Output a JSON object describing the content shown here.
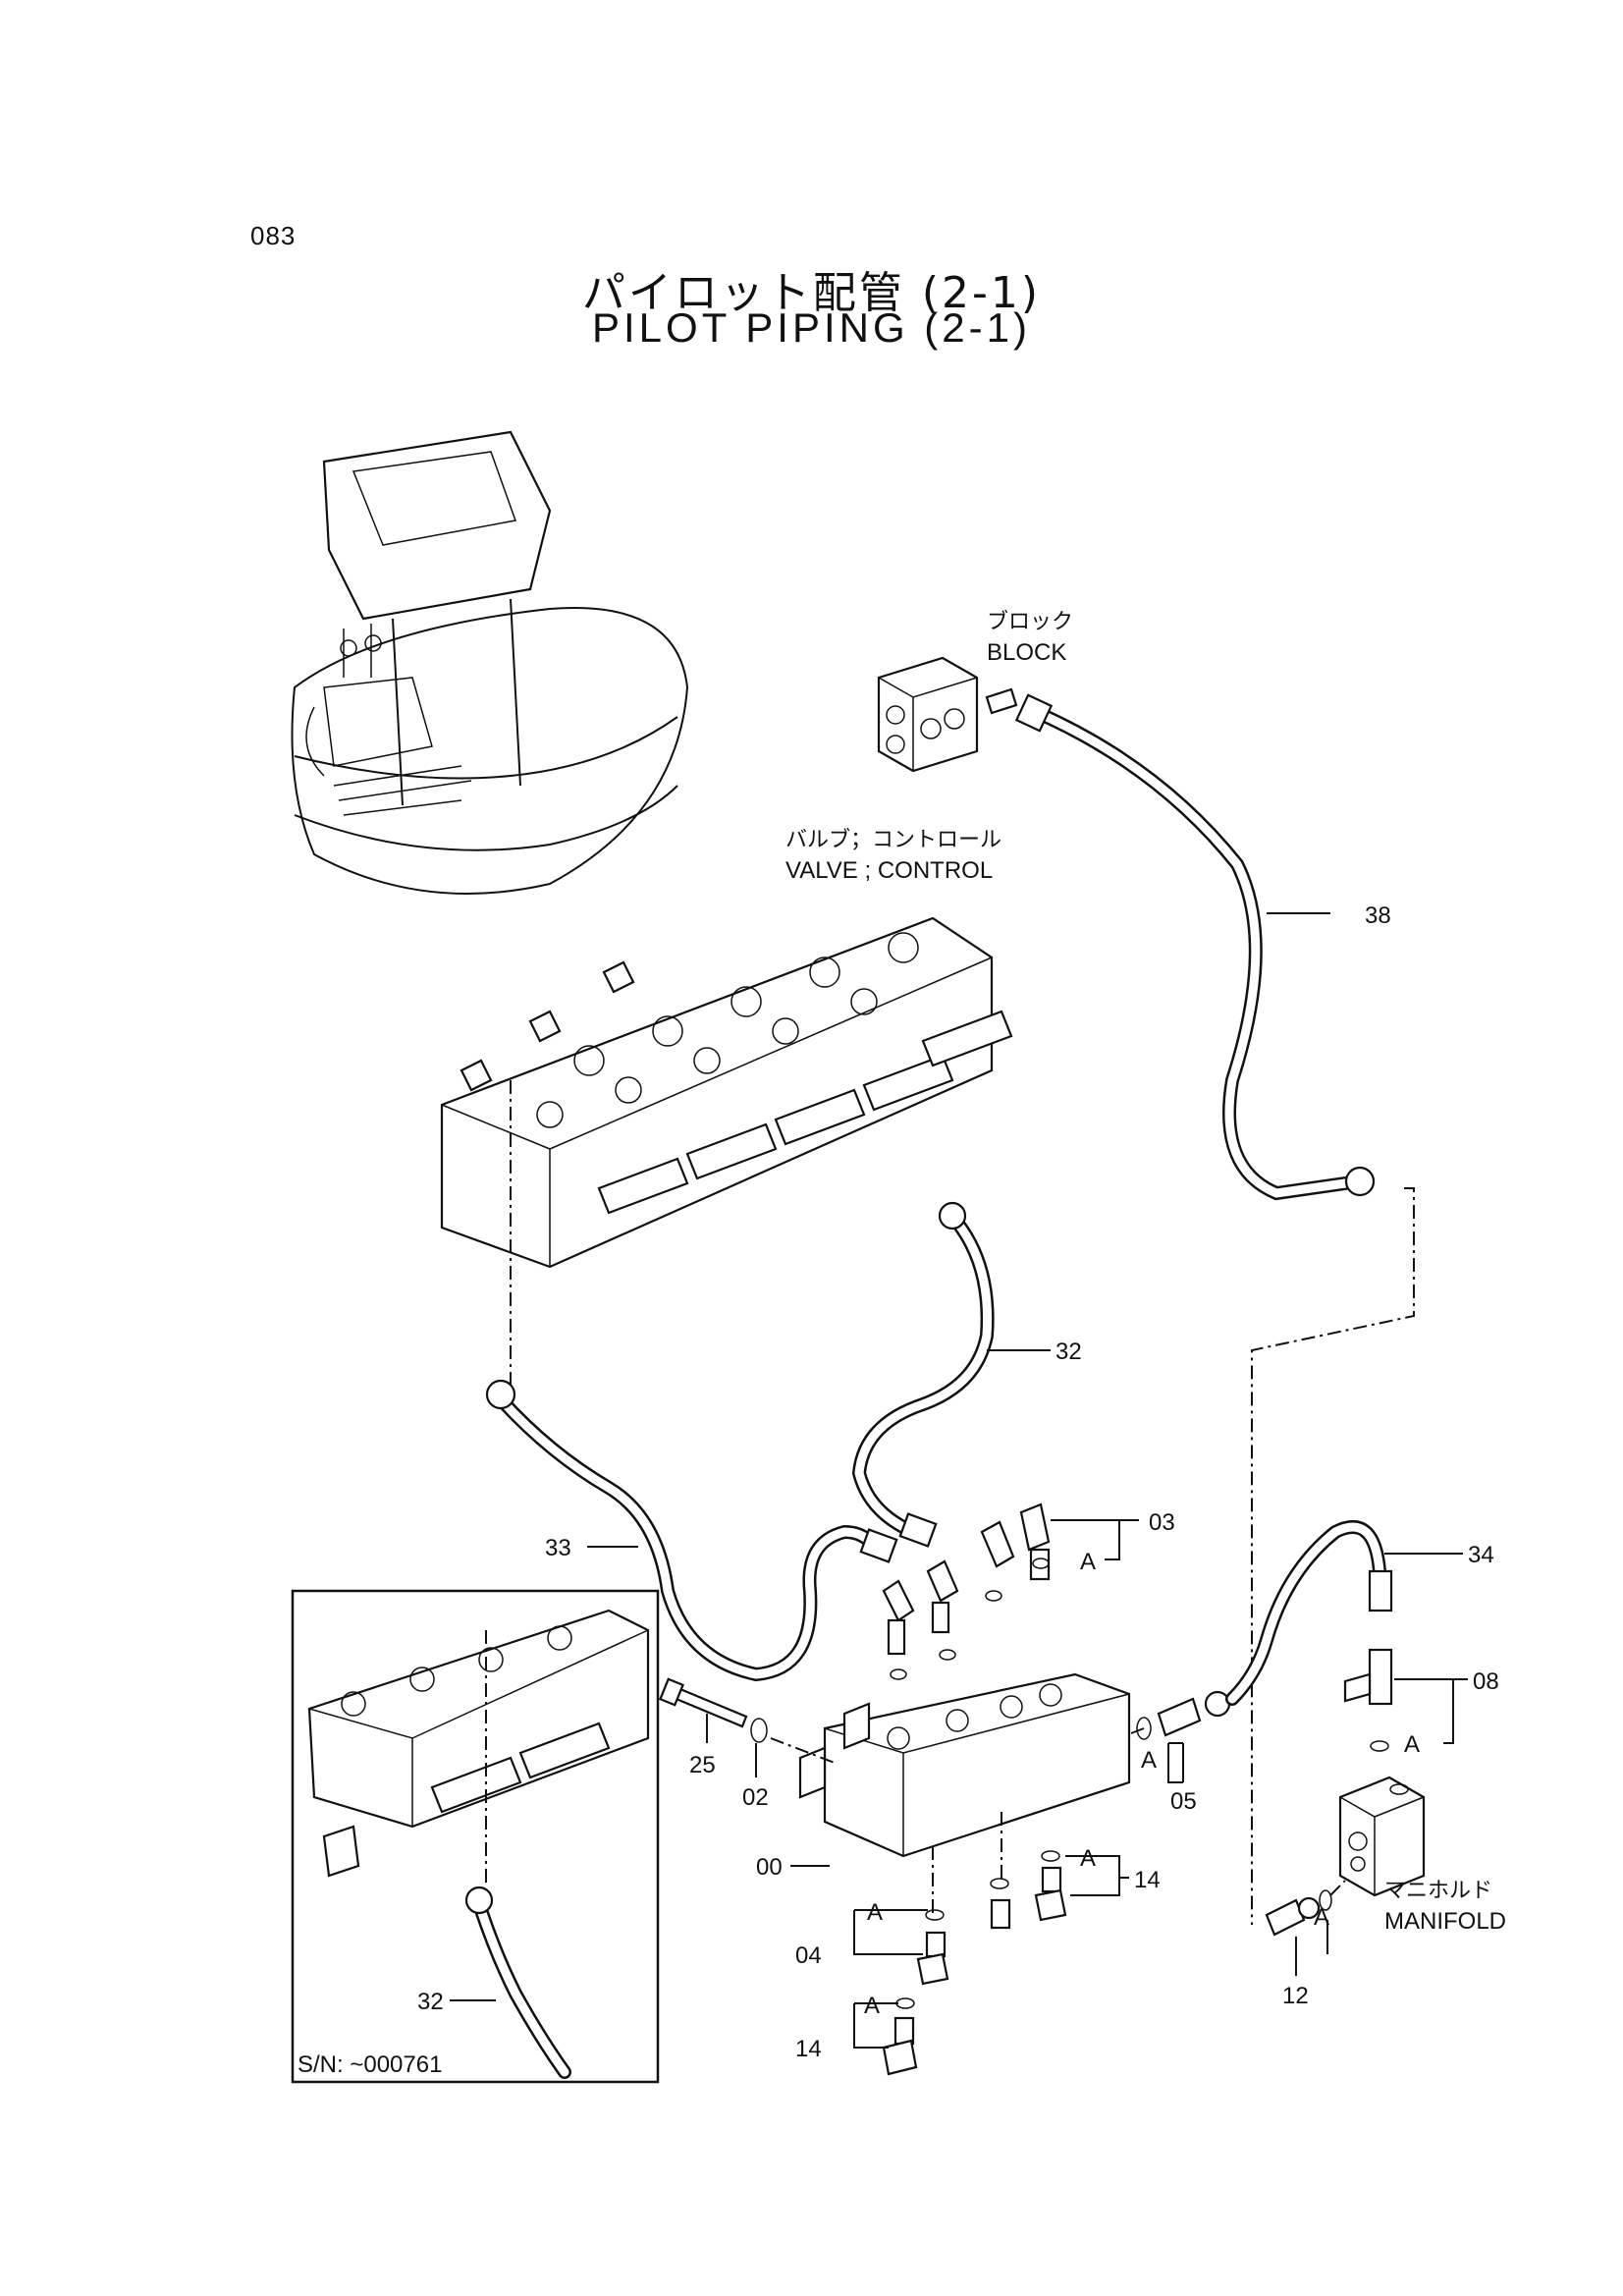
{
  "header": {
    "page_number": "083",
    "title_jp": "パイロット配管 (2-1)",
    "title_en": "PILOT PIPING (2-1)"
  },
  "components": {
    "block_jp": "ブロック",
    "block_en": "BLOCK",
    "valve_jp": "バルブ；コントロール",
    "valve_en": "VALVE ; CONTROL",
    "manifold_jp": "マニホルド",
    "manifold_en": "MANIFOLD"
  },
  "callouts": {
    "p38": "38",
    "p32": "32",
    "p33": "33",
    "p03": "03",
    "p34": "34",
    "p08": "08",
    "p25": "25",
    "p02": "02",
    "p05": "05",
    "p00": "00",
    "p14a": "14",
    "p04": "04",
    "p14b": "14",
    "p12": "12",
    "p32_inset": "32"
  },
  "marks": {
    "a1": "A",
    "a2": "A",
    "a3": "A",
    "a4": "A",
    "a5": "A",
    "a6": "A",
    "a7": "A"
  },
  "inset": {
    "serial_note": "S/N: ~000761"
  }
}
